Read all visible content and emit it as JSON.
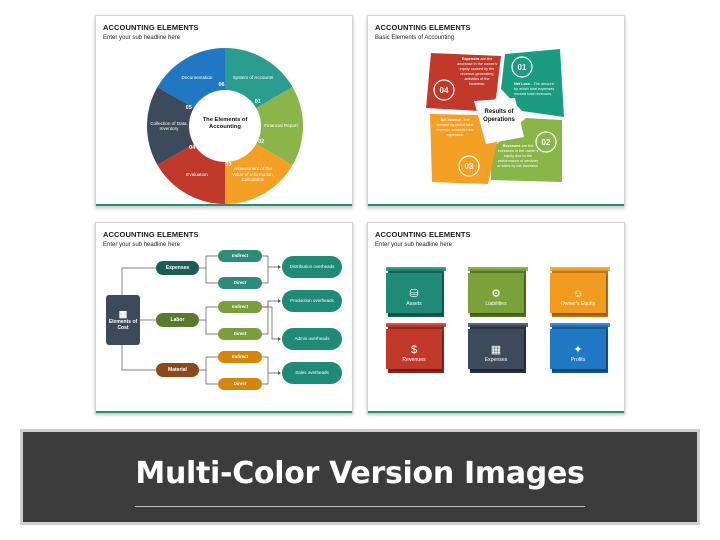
{
  "slides": [
    {
      "title": "ACCOUNTING ELEMENTS",
      "subtitle": "Enter your sub headline here",
      "center": "The Elements of Accounting",
      "segments": [
        {
          "num": "01",
          "label": "System of Accounts",
          "color": "#2a9d8f"
        },
        {
          "num": "02",
          "label": "Financial Report",
          "color": "#8ab548"
        },
        {
          "num": "03",
          "label": "Assessment of the Value of Information, Calculation",
          "color": "#f4a024"
        },
        {
          "num": "04",
          "label": "Evaluation",
          "color": "#c0392b"
        },
        {
          "num": "05",
          "label": "Collection of Data, Inventory",
          "color": "#3d4a5c"
        },
        {
          "num": "06",
          "label": "Documentation",
          "color": "#1f78c1"
        }
      ]
    },
    {
      "title": "ACCOUNTING ELEMENTS",
      "subtitle": "Basic Elements of Accounting",
      "center": "Results of Operations",
      "quads": [
        {
          "num": "01",
          "title": "Net Loss",
          "text": "The amount by which total expenses exceed total revenues.",
          "color": "#1b9b80"
        },
        {
          "num": "02",
          "title": "Revenues",
          "text": "are the increases in the owner's equity due to the performance of services or sales by the business.",
          "color": "#8ab548"
        },
        {
          "num": "03",
          "title": "Net Income",
          "text": "the amount by which total revenue exceeds total expenses.",
          "color": "#f4a024"
        },
        {
          "num": "04",
          "title": "Expenses",
          "text": "are the decrease in the owner's equity caused by the revenue-generating activities of the business.",
          "color": "#c0392b"
        }
      ]
    },
    {
      "title": "ACCOUNTING ELEMENTS",
      "subtitle": "Enter your sub headline here",
      "root": "Elements of Cost",
      "groups": [
        {
          "label": "Expenses",
          "color": "#1d5c55",
          "sub_color": "#2e8b7a"
        },
        {
          "label": "Labor",
          "color": "#5a7a2b",
          "sub_color": "#7a9e3b"
        },
        {
          "label": "Material",
          "color": "#8a4a1a",
          "sub_color": "#d4860b"
        }
      ],
      "sub_labels": [
        "Indirect",
        "Direct"
      ],
      "outputs": [
        "Distribution overheads",
        "Production overheads",
        "Admin overheads",
        "Sales overheads"
      ]
    },
    {
      "title": "ACCOUNTING ELEMENTS",
      "subtitle": "Enter your sub headline here",
      "tiles": [
        {
          "label": "Assets",
          "icon": "coins-icon",
          "glyph": "⛁",
          "color": "#1f8a76",
          "dark": "#146356"
        },
        {
          "label": "Liabilities",
          "icon": "network-icon",
          "glyph": "⚙",
          "color": "#7ba23a",
          "dark": "#56762a"
        },
        {
          "label": "Owner's Equity",
          "icon": "people-icon",
          "glyph": "☺",
          "color": "#f29c1f",
          "dark": "#c27812"
        },
        {
          "label": "Revenues",
          "icon": "money-hand-icon",
          "glyph": "$",
          "color": "#c0392b",
          "dark": "#8e2a20"
        },
        {
          "label": "Expenses",
          "icon": "calculator-icon",
          "glyph": "▦",
          "color": "#3d4a5c",
          "dark": "#2a3442"
        },
        {
          "label": "Profits",
          "icon": "growth-icon",
          "glyph": "✦",
          "color": "#1f78c1",
          "dark": "#155a92"
        }
      ]
    }
  ],
  "banner": {
    "title": "Multi-Color Version Images"
  }
}
